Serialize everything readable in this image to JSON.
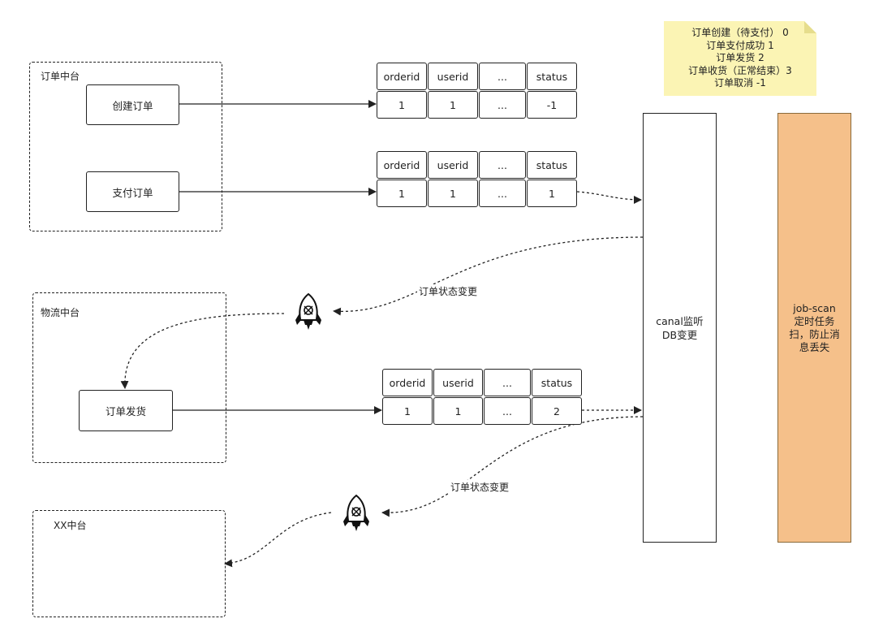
{
  "regions": {
    "order": "订单中台",
    "logistics": "物流中台",
    "xx": "XX中台"
  },
  "actions": {
    "create_order": "创建订单",
    "pay_order": "支付订单",
    "ship_order": "订单发货"
  },
  "tables": {
    "headers": [
      "orderid",
      "userid",
      "...",
      "status"
    ],
    "row_created": [
      "1",
      "1",
      "...",
      "-1"
    ],
    "row_paid": [
      "1",
      "1",
      "...",
      "1"
    ],
    "row_shipped": [
      "1",
      "1",
      "...",
      "2"
    ]
  },
  "note": {
    "lines": [
      "订单创建（待支付） 0",
      "订单支付成功 1",
      "订单发货 2",
      "订单收货（正常结束）3",
      "订单取消 -1"
    ]
  },
  "canal": {
    "line1": "canal监听",
    "line2": "DB变更"
  },
  "job_scan": {
    "line1": "job-scan",
    "line2": "定时任务",
    "line3": "扫，防止消",
    "line4": "息丢失"
  },
  "edges": {
    "status_change_1": "订单状态变更",
    "status_change_2": "订单状态变更"
  },
  "icons": {
    "rocket": "rocket-icon"
  },
  "colors": {
    "note_bg": "#fbf4b4",
    "job_scan_bg": "#f5c08a"
  }
}
